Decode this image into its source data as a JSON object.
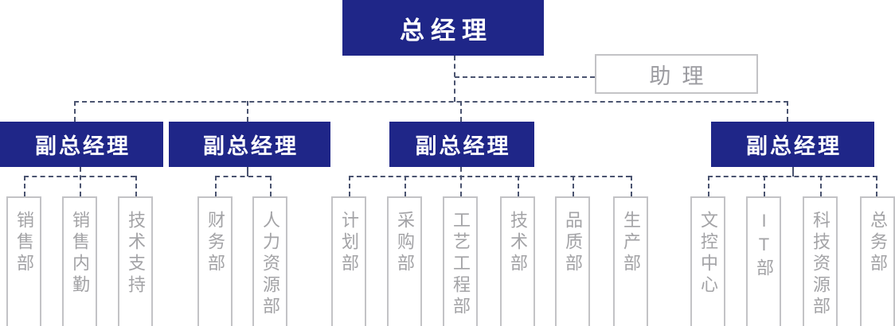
{
  "org": {
    "root": {
      "label": "总经理"
    },
    "assistant": {
      "label": "助理"
    },
    "vps": [
      {
        "label": "副总经理",
        "departments": [
          {
            "label": "销售部"
          },
          {
            "label": "销售内勤"
          },
          {
            "label": "技术支持"
          }
        ]
      },
      {
        "label": "副总经理",
        "departments": [
          {
            "label": "财务部"
          },
          {
            "label": "人力资源部"
          }
        ]
      },
      {
        "label": "副总经理",
        "departments": [
          {
            "label": "计划部"
          },
          {
            "label": "采购部"
          },
          {
            "label": "工艺工程部"
          },
          {
            "label": "技术部"
          },
          {
            "label": "品质部"
          },
          {
            "label": "生产部"
          }
        ]
      },
      {
        "label": "副总经理",
        "departments": [
          {
            "label": "文控中心"
          },
          {
            "label": "IT部"
          },
          {
            "label": "科技资源部"
          },
          {
            "label": "总务部"
          }
        ]
      }
    ],
    "colors": {
      "node_bg": "#1f2688",
      "node_text": "#ffffff",
      "line": "#4b5470",
      "muted_border": "#c3c3c6",
      "muted_text": "#a3a3a6"
    }
  }
}
